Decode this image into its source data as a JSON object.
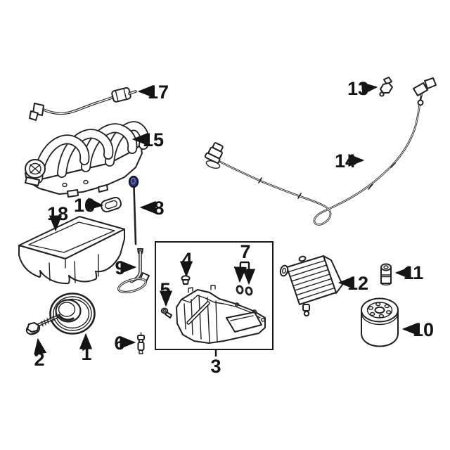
{
  "diagram": {
    "kind": "engine-parts-line-diagram",
    "background": "#ffffff",
    "line_color": "#202020",
    "label_color": "#141414",
    "accent": {
      "dipstick_handle_fill": "#2c3367",
      "dipstick_handle_highlight": "#6a77c4"
    }
  },
  "callouts": [
    {
      "number": "1",
      "part": "crankshaft-pulley",
      "arrow": "up"
    },
    {
      "number": "2",
      "part": "pulley-bolt",
      "arrow": "up"
    },
    {
      "number": "3",
      "part": "oil-pan",
      "arrow": "none",
      "boxed": true
    },
    {
      "number": "4",
      "part": "oil-pan-plug",
      "arrow": "down"
    },
    {
      "number": "5",
      "part": "oil-pan-bolt",
      "arrow": "down"
    },
    {
      "number": "6",
      "part": "drain-plug-valve",
      "arrow": "right"
    },
    {
      "number": "7",
      "part": "o-ring-seal-pair",
      "arrow": "down-bracket"
    },
    {
      "number": "8",
      "part": "oil-dipstick",
      "arrow": "left"
    },
    {
      "number": "9",
      "part": "dipstick-tube",
      "arrow": "right"
    },
    {
      "number": "10",
      "part": "oil-filter",
      "arrow": "left"
    },
    {
      "number": "11",
      "part": "oil-filter-fitting",
      "arrow": "left"
    },
    {
      "number": "12",
      "part": "engine-oil-cooler",
      "arrow": "left"
    },
    {
      "number": "13",
      "part": "oil-pressure-sensor",
      "arrow": "right"
    },
    {
      "number": "14",
      "part": "wiring-harness",
      "arrow": "right"
    },
    {
      "number": "15",
      "part": "intake-manifold",
      "arrow": "left"
    },
    {
      "number": "16",
      "part": "manifold-gasket-seal",
      "arrow": "right"
    },
    {
      "number": "17",
      "part": "vacuum-tube",
      "arrow": "left"
    },
    {
      "number": "18",
      "part": "valley-cover-lower-intake",
      "arrow": "down"
    }
  ]
}
